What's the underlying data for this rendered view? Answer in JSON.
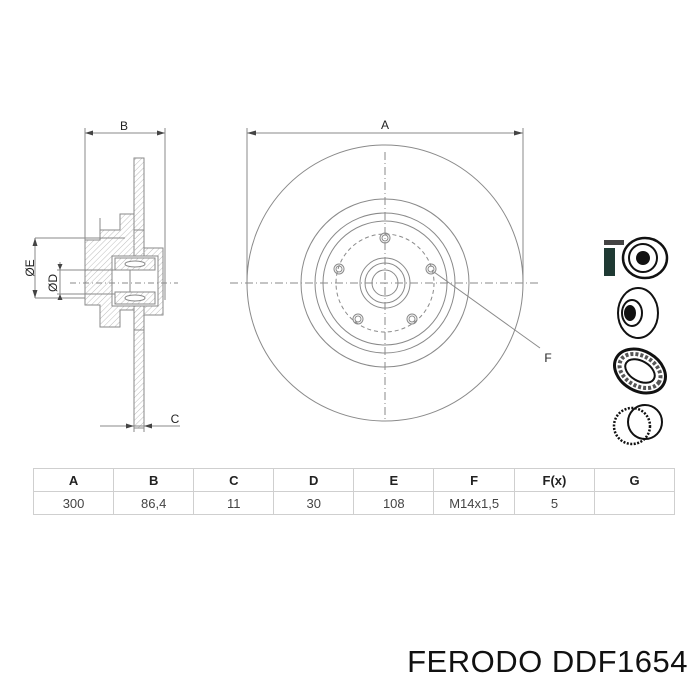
{
  "diagram": {
    "side_view_labels": {
      "width_label": "B",
      "offset_label": "C",
      "outer_hub_label": "ØE",
      "bore_label": "ØD"
    },
    "front_view_labels": {
      "diameter_label": "A",
      "thread_label": "F"
    }
  },
  "spec_table": {
    "headers": [
      "A",
      "B",
      "C",
      "D",
      "E",
      "F",
      "F(x)",
      "G"
    ],
    "values": [
      "300",
      "86,4",
      "11",
      "30",
      "108",
      "M14x1,5",
      "5",
      ""
    ]
  },
  "thumbnails": [
    {
      "icon": "disc-with-sensor-icon"
    },
    {
      "icon": "brake-disc-icon"
    },
    {
      "icon": "ball-bearing-icon"
    },
    {
      "icon": "abs-ring-icon"
    }
  ],
  "product": {
    "title": "FERODO DDF1654"
  },
  "colors": {
    "line": "#8a8a8a",
    "text": "#222222",
    "table_border": "#cfcfcf"
  }
}
